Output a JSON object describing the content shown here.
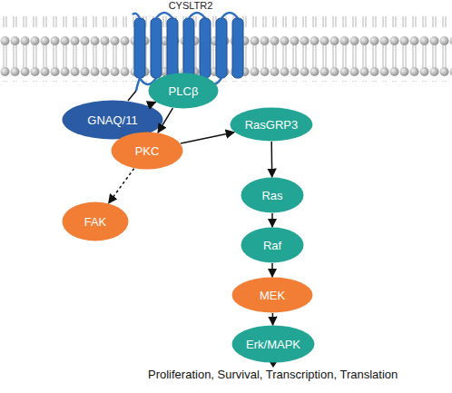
{
  "diagram": {
    "nodes": [
      {
        "text": [
          "CYSLTR2"
        ]
      },
      {
        "text": [
          "GNAQ/11"
        ]
      },
      {
        "text": [
          "PLCβ"
        ]
      },
      {
        "text": [
          "PKC"
        ]
      },
      {
        "text": [
          "RasGRP3"
        ]
      },
      {
        "text": [
          "FAK"
        ]
      },
      {
        "text": [
          "Ras"
        ]
      },
      {
        "text": [
          "Raf"
        ]
      },
      {
        "text": [
          "MEK"
        ]
      },
      {
        "text": [
          "Erk/MAPK"
        ]
      }
    ],
    "edges": [
      {
        "from": 0,
        "to": 1,
        "arrow": "none"
      },
      {
        "from": 1,
        "to": 2,
        "arrow": "to"
      },
      {
        "from": 2,
        "to": 3,
        "arrow": "to"
      },
      {
        "from": 3,
        "to": 4,
        "arrow": "to"
      },
      {
        "from": 3,
        "to": 5,
        "arrow": "to"
      },
      {
        "from": 4,
        "to": 6,
        "arrow": "to"
      },
      {
        "from": 6,
        "to": 7,
        "arrow": "to"
      },
      {
        "from": 7,
        "to": 8,
        "arrow": "to"
      },
      {
        "from": 8,
        "to": 9,
        "arrow": "to"
      }
    ],
    "labels": [
      "Proliferation, Survival, Transcription, Translation"
    ]
  }
}
